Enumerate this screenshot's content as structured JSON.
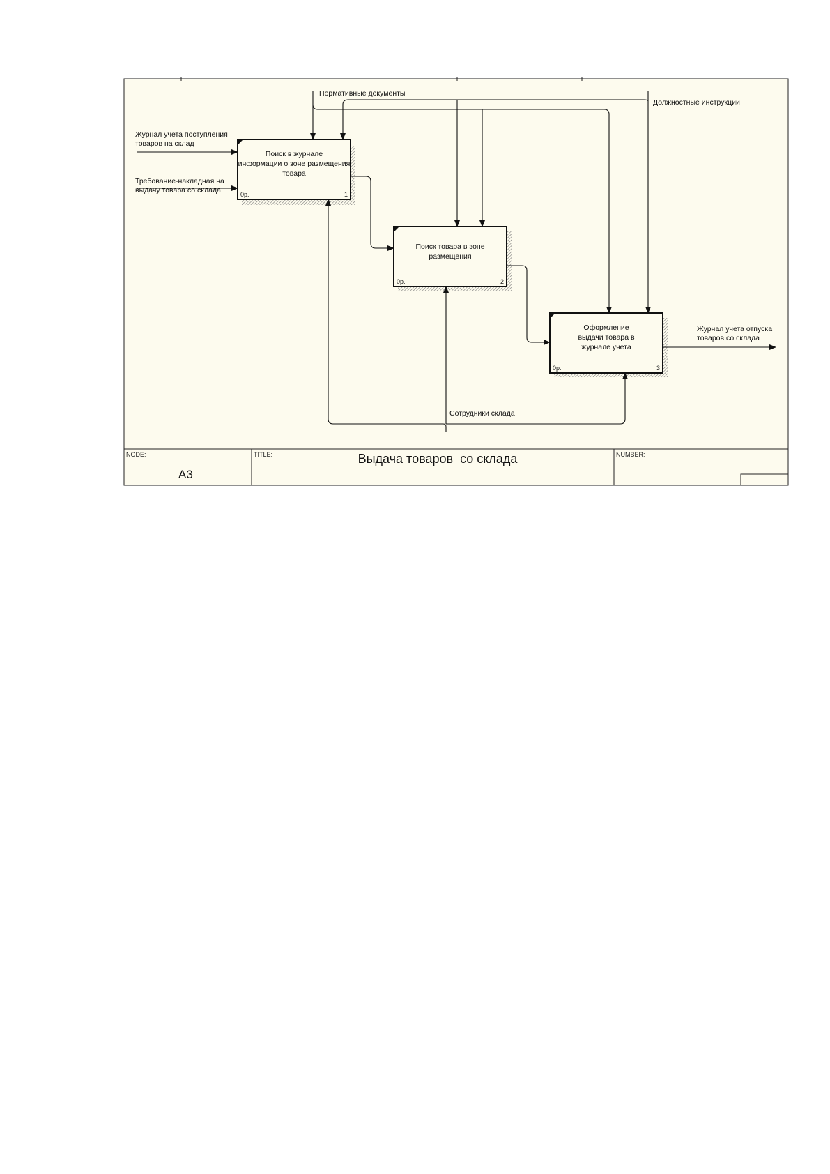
{
  "diagram": {
    "boxes": [
      {
        "lines": [
          "Поиск в журнале",
          "информации о зоне размещения",
          "товара"
        ],
        "cost": "0р.",
        "number": "1"
      },
      {
        "lines": [
          "Поиск товара в зоне",
          "размещения"
        ],
        "cost": "0р.",
        "number": "2"
      },
      {
        "lines": [
          "Оформление",
          "выдачи товара в",
          "журнале учета"
        ],
        "cost": "0р.",
        "number": "3"
      }
    ],
    "arrows": {
      "input1": [
        "Журнал учета поступления",
        "товаров на склад"
      ],
      "input2": [
        "Требование-накладная на",
        "выдачу товара со склада"
      ],
      "control1": "Нормативные документы",
      "control2": "Должностные инструкции",
      "output": [
        "Журнал учета отпуска",
        "товаров со склада"
      ],
      "mechanism": "Сотрудники склада"
    },
    "footer": {
      "node_label": "NODE:",
      "node_value": "A3",
      "title_label": "TITLE:",
      "title_value": "Выдача товаров  со склада",
      "number_label": "NUMBER:"
    },
    "colors": {
      "background": "#fdfbee",
      "line": "#111111"
    }
  }
}
